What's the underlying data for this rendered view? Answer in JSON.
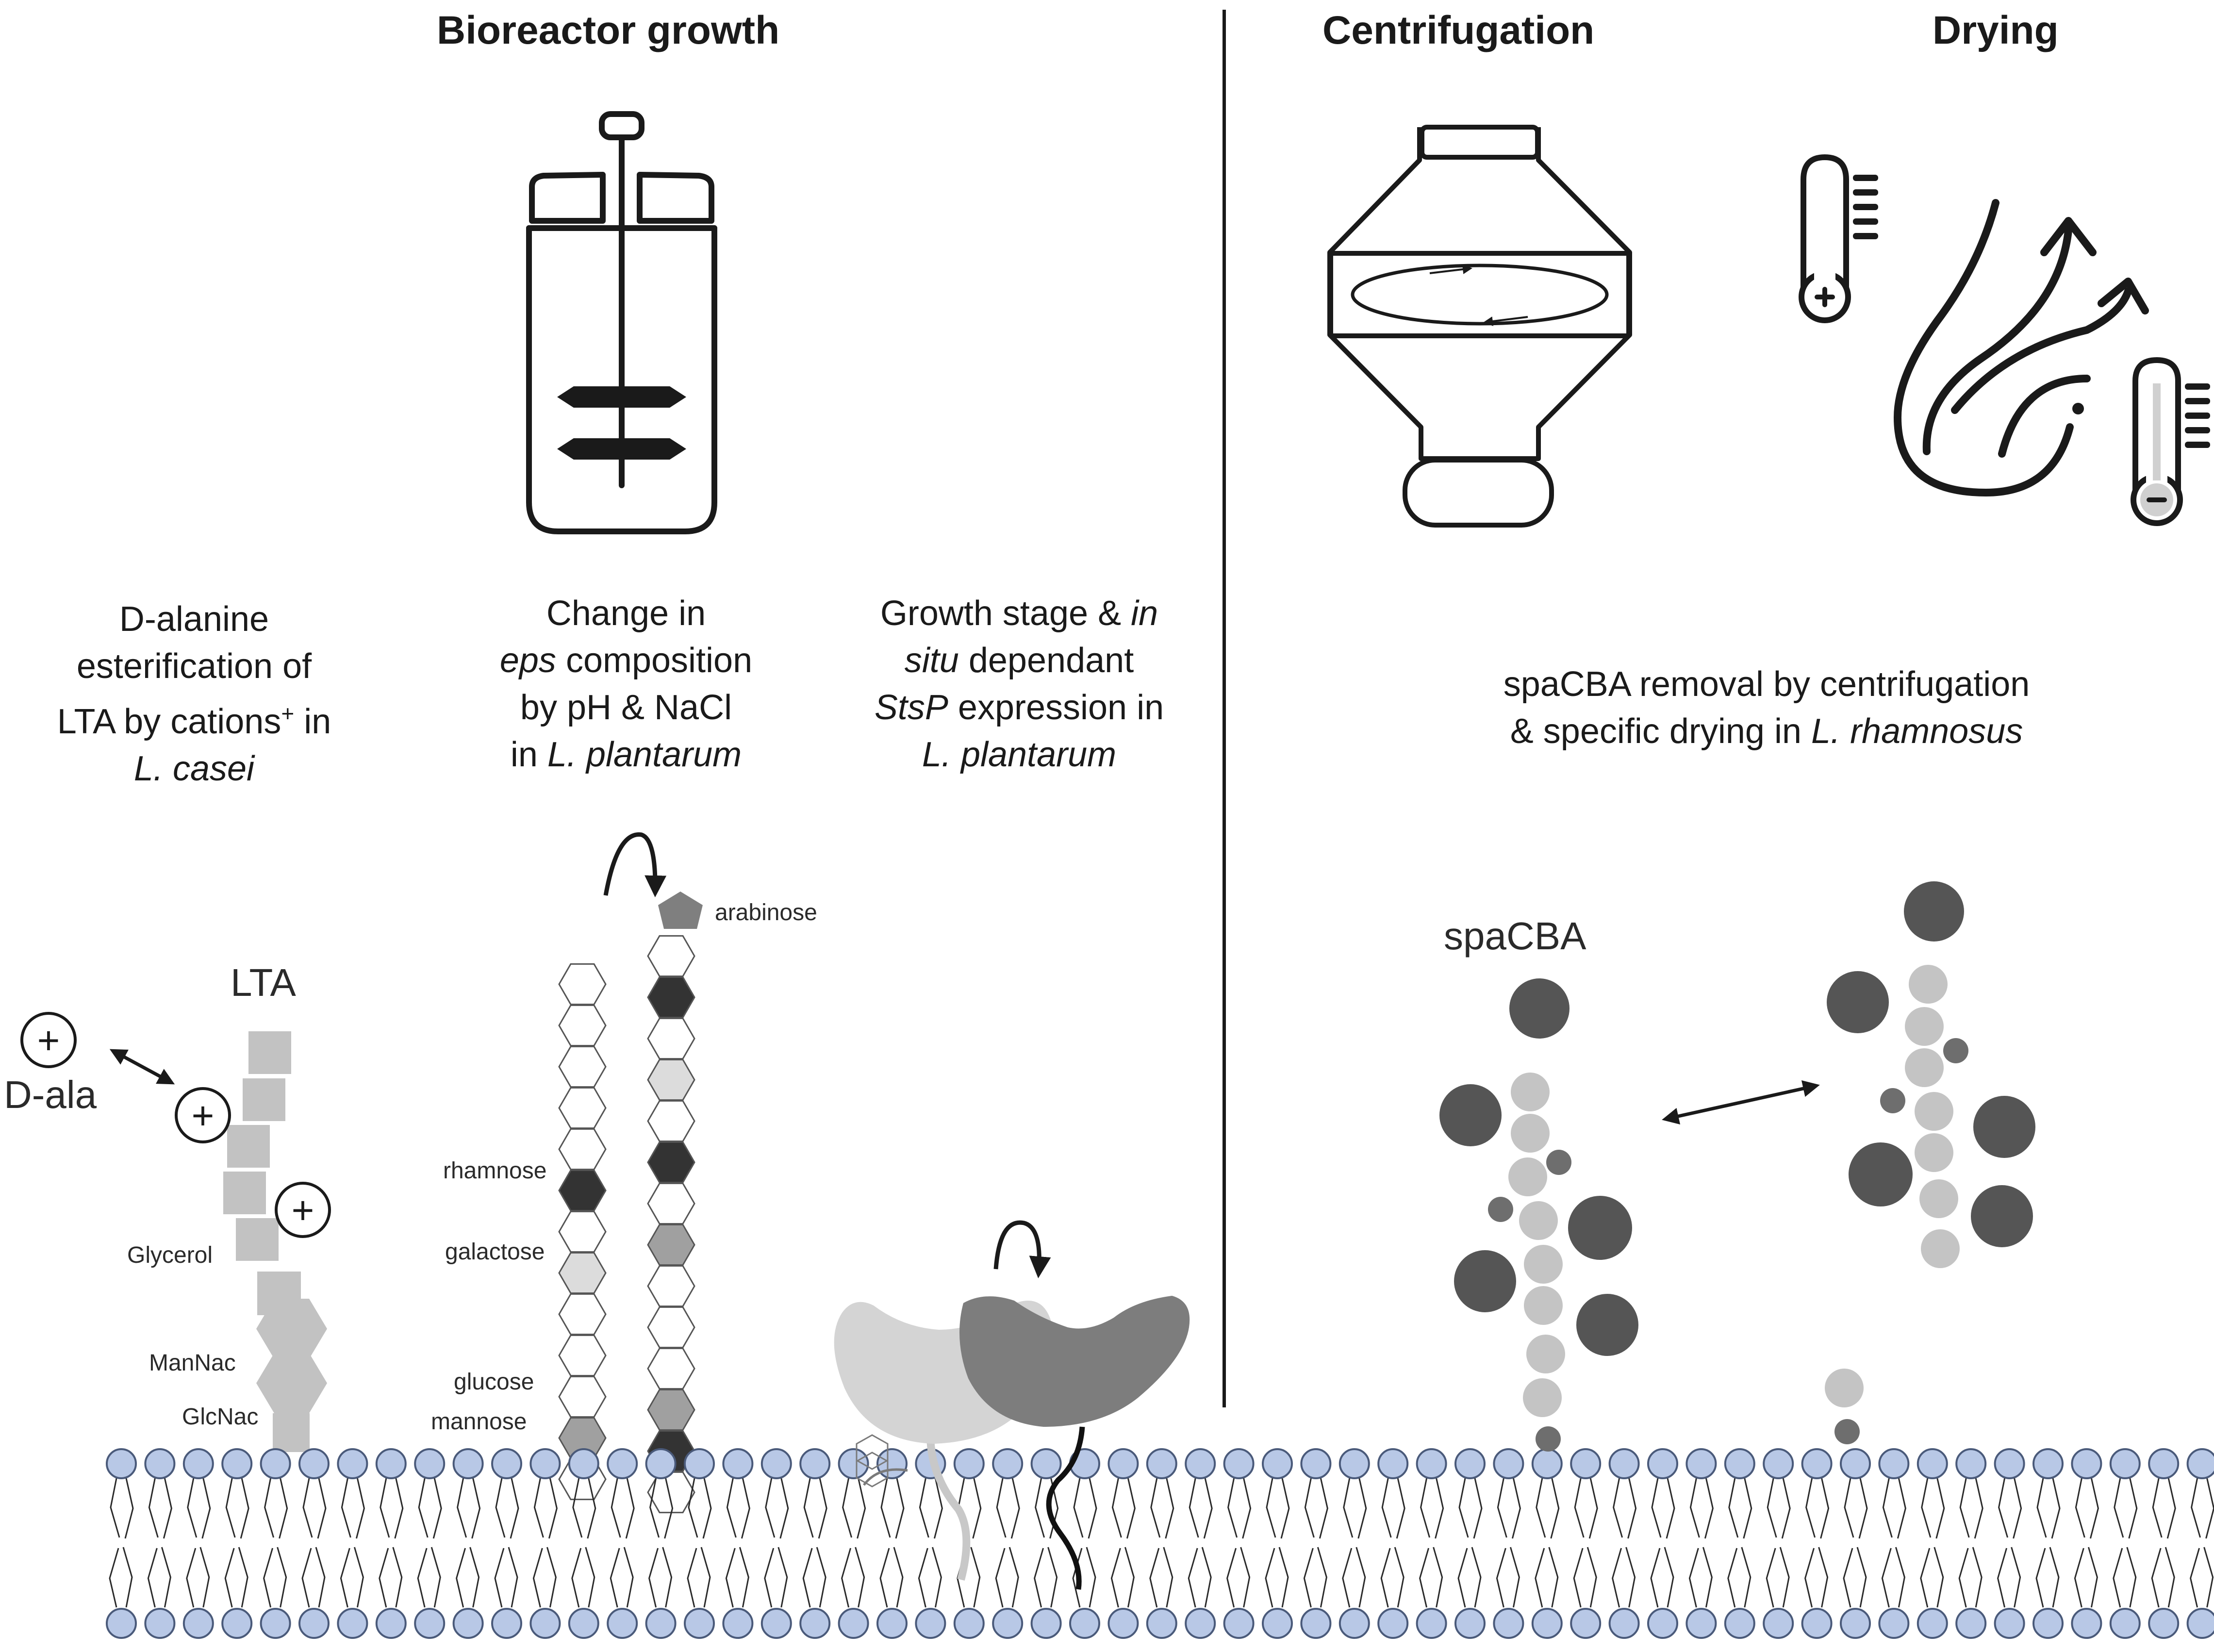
{
  "headers": {
    "bioreactor": "Bioreactor growth",
    "centrifugation": "Centrifugation",
    "drying": "Drying"
  },
  "captions": {
    "lta": {
      "lines": [
        [
          {
            "t": "D-alanine"
          }
        ],
        [
          {
            "t": "esterification of"
          }
        ],
        [
          {
            "t": "LTA by cations"
          },
          {
            "t": "+",
            "sup": true
          },
          {
            "t": " in"
          }
        ],
        [
          {
            "t": "L. casei",
            "i": true
          }
        ]
      ]
    },
    "eps": {
      "lines": [
        [
          {
            "t": "Change in"
          }
        ],
        [
          {
            "t": "eps",
            "i": true
          },
          {
            "t": " composition"
          }
        ],
        [
          {
            "t": "by pH  & NaCl"
          }
        ],
        [
          {
            "t": "in "
          },
          {
            "t": "L. plantarum",
            "i": true
          }
        ]
      ]
    },
    "stsp": {
      "lines": [
        [
          {
            "t": "Growth stage & "
          },
          {
            "t": "in",
            "i": true
          }
        ],
        [
          {
            "t": "situ",
            "i": true
          },
          {
            "t": " dependant"
          }
        ],
        [
          {
            "t": "StsP",
            "i": true
          },
          {
            "t": " expression in"
          }
        ],
        [
          {
            "t": "L. plantarum",
            "i": true
          }
        ]
      ]
    },
    "spacba": {
      "lines": [
        [
          {
            "t": "spaCBA removal by centrifugation"
          }
        ],
        [
          {
            "t": "& specific drying in "
          },
          {
            "t": "L. rhamnosus",
            "i": true
          }
        ]
      ]
    }
  },
  "labels": {
    "lta": "LTA",
    "dala": "D-ala",
    "plus": "+",
    "glycerol": "Glycerol",
    "mannac": "ManNac",
    "glcnac": "GlcNac",
    "rhamnose": "rhamnose",
    "galactose": "galactose",
    "glucose": "glucose",
    "mannose": "mannose",
    "arabinose": "arabinose",
    "spacba": "spaCBA"
  },
  "colors": {
    "membrane_head": "#b8c8e6",
    "membrane_stroke": "#4a5a7a",
    "dark_grey": "#555555",
    "mid_grey": "#8c8c8c",
    "light_grey": "#c4c4c4",
    "very_light_grey": "#d9d9d9",
    "black": "#1a1a1a"
  }
}
